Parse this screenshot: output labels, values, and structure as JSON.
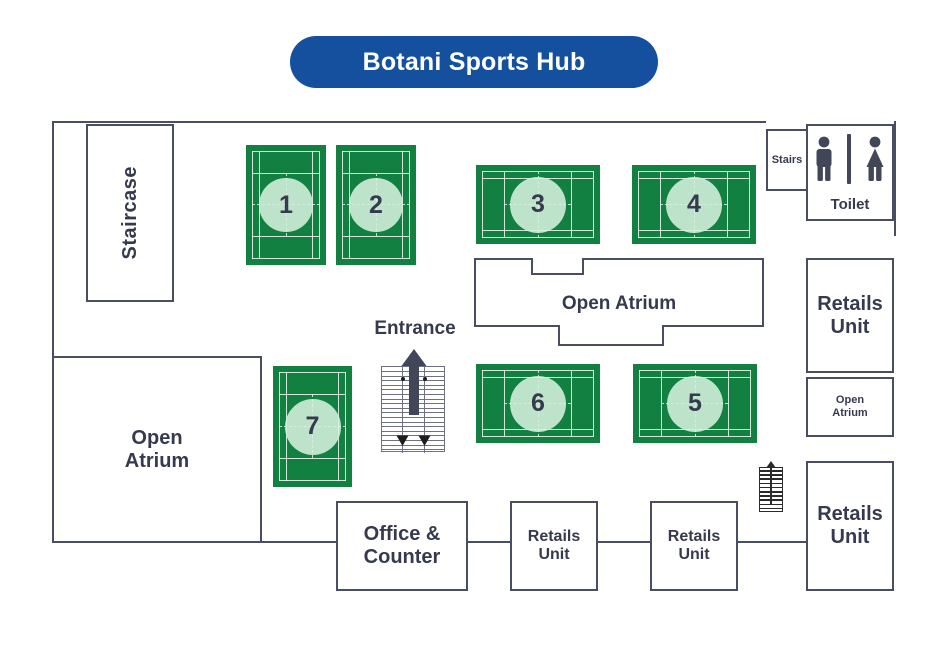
{
  "title": {
    "text": "Botani Sports Hub",
    "color": "#14509E"
  },
  "colors": {
    "brand_blue": "#14509E",
    "court_green": "#128040",
    "wall_gray": "#4A4E63",
    "text_dark": "#363A4E",
    "badge_light": "#D6F0DE"
  },
  "courts": [
    {
      "id": "court-1",
      "number": "1",
      "orientation": "portrait"
    },
    {
      "id": "court-2",
      "number": "2",
      "orientation": "portrait"
    },
    {
      "id": "court-3",
      "number": "3",
      "orientation": "landscape"
    },
    {
      "id": "court-4",
      "number": "4",
      "orientation": "landscape"
    },
    {
      "id": "court-5",
      "number": "5",
      "orientation": "landscape"
    },
    {
      "id": "court-6",
      "number": "6",
      "orientation": "landscape"
    },
    {
      "id": "court-7",
      "number": "7",
      "orientation": "portrait"
    }
  ],
  "rooms": {
    "staircase": "Staircase",
    "open_atrium_left": "Open\nAtrium",
    "open_atrium_center": "Open Atrium",
    "open_atrium_right": "Open\nAtrium",
    "stairs_small": "Stairs",
    "toilet": "Toilet",
    "retails_unit_right_top": "Retails\nUnit",
    "retails_unit_right_bottom": "Retails\nUnit",
    "office_counter": "Office &\nCounter",
    "retails_unit_bottom_1": "Retails\nUnit",
    "retails_unit_bottom_2": "Retails\nUnit"
  },
  "entrance": {
    "label": "Entrance",
    "up_arrow": "up-arrow",
    "down_arrows": 2
  },
  "icons": {
    "male": "male-pictogram",
    "female": "female-pictogram",
    "escalator": "escalator-icon",
    "stairs": "stairs-icon"
  }
}
